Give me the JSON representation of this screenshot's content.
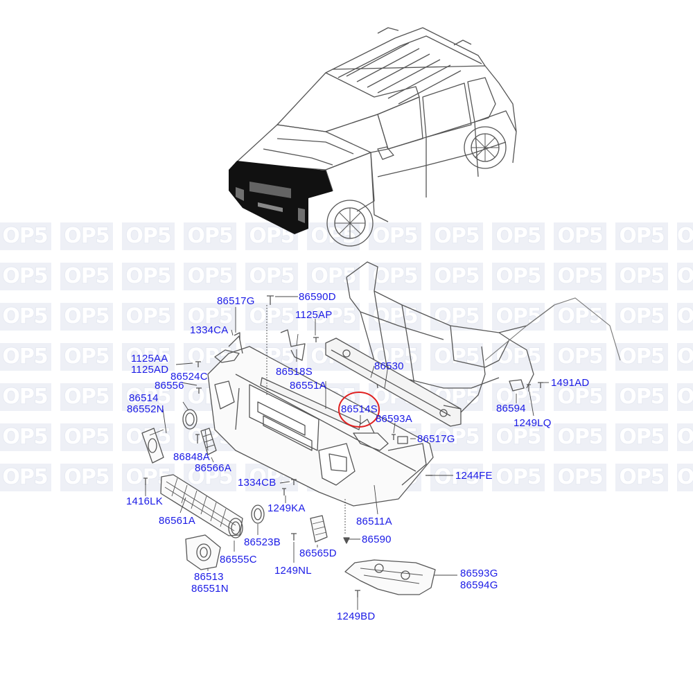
{
  "watermark": {
    "text": "OP5"
  },
  "colors": {
    "label": "#1a1ae6",
    "line": "#5a5a5a",
    "highlight": "#e02020",
    "watermark_bg": "#eef0f6",
    "vehicle_front": "#111111"
  },
  "highlighted_part": "86514S",
  "labels": {
    "l86517G_top": "86517G",
    "l86590D": "86590D",
    "l1125AP": "1125AP",
    "l1334CA": "1334CA",
    "l1125AA": "1125AA",
    "l1125AD": "1125AD",
    "l86524C": "86524C",
    "l86556": "86556",
    "l86514": "86514",
    "l86552N": "86552N",
    "l86518S": "86518S",
    "l86551A": "86551A",
    "l86530": "86530",
    "l86514S": "86514S",
    "l86593A": "86593A",
    "l86517G_mid": "86517G",
    "l1491AD": "1491AD",
    "l86594": "86594",
    "l1249LQ": "1249LQ",
    "l86848A": "86848A",
    "l86566A": "86566A",
    "l1244FE": "1244FE",
    "l1334CB": "1334CB",
    "l1416LK": "1416LK",
    "l1249KA": "1249KA",
    "l86561A": "86561A",
    "l86511A": "86511A",
    "l86523B": "86523B",
    "l86565D": "86565D",
    "l86590": "86590",
    "l86555C": "86555C",
    "l1249NL": "1249NL",
    "l86513": "86513",
    "l86551N": "86551N",
    "l86593G": "86593G",
    "l86594G": "86594G",
    "l1249BD": "1249BD"
  }
}
